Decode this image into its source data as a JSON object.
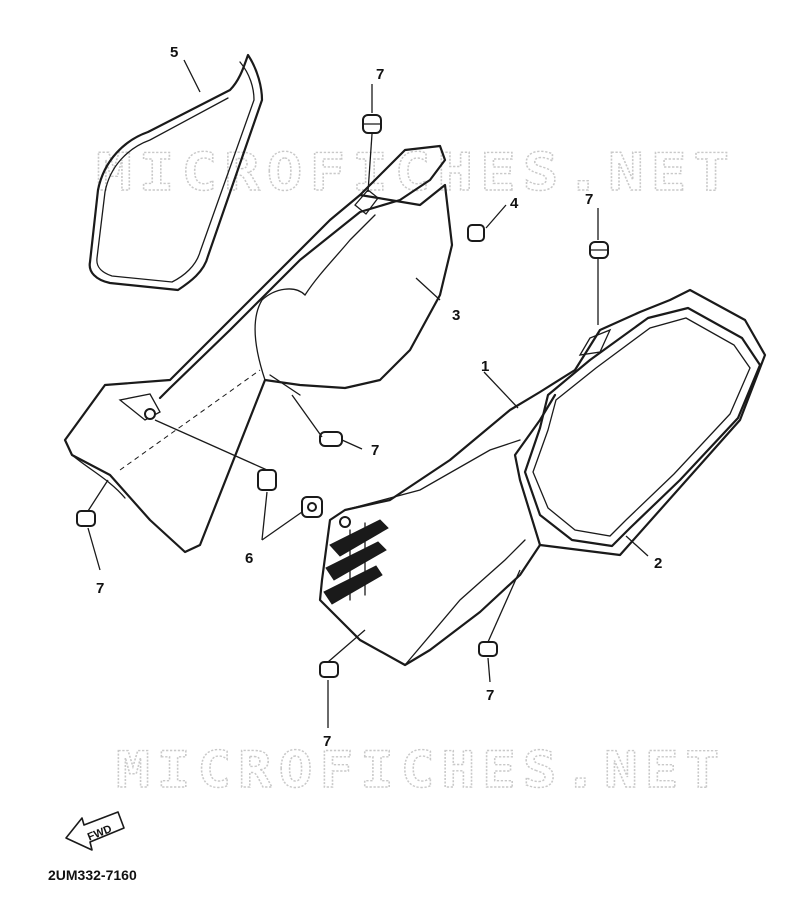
{
  "watermark": {
    "text": "MICROFICHES.NET"
  },
  "callouts": {
    "c1": "1",
    "c2": "2",
    "c3": "3",
    "c4": "4",
    "c5": "5",
    "c6": "6",
    "c7": "7"
  },
  "fwd_label": "FWD",
  "part_code": "2UM332-7160"
}
